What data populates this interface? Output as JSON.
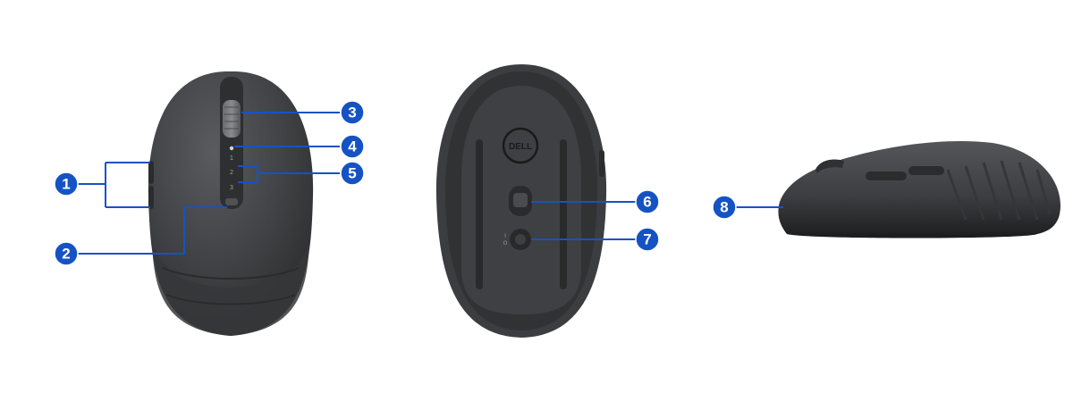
{
  "colors": {
    "background": "#ffffff",
    "callout": "#1553c4",
    "mouse_body": "#3f4042",
    "mouse_dark": "#2b2c2e"
  },
  "callouts": [
    "1",
    "2",
    "3",
    "4",
    "5",
    "6",
    "7",
    "8"
  ],
  "bottom_view": {
    "logo_text": "DELL"
  },
  "top_view": {
    "channel_labels": [
      "1",
      "2",
      "3"
    ]
  }
}
